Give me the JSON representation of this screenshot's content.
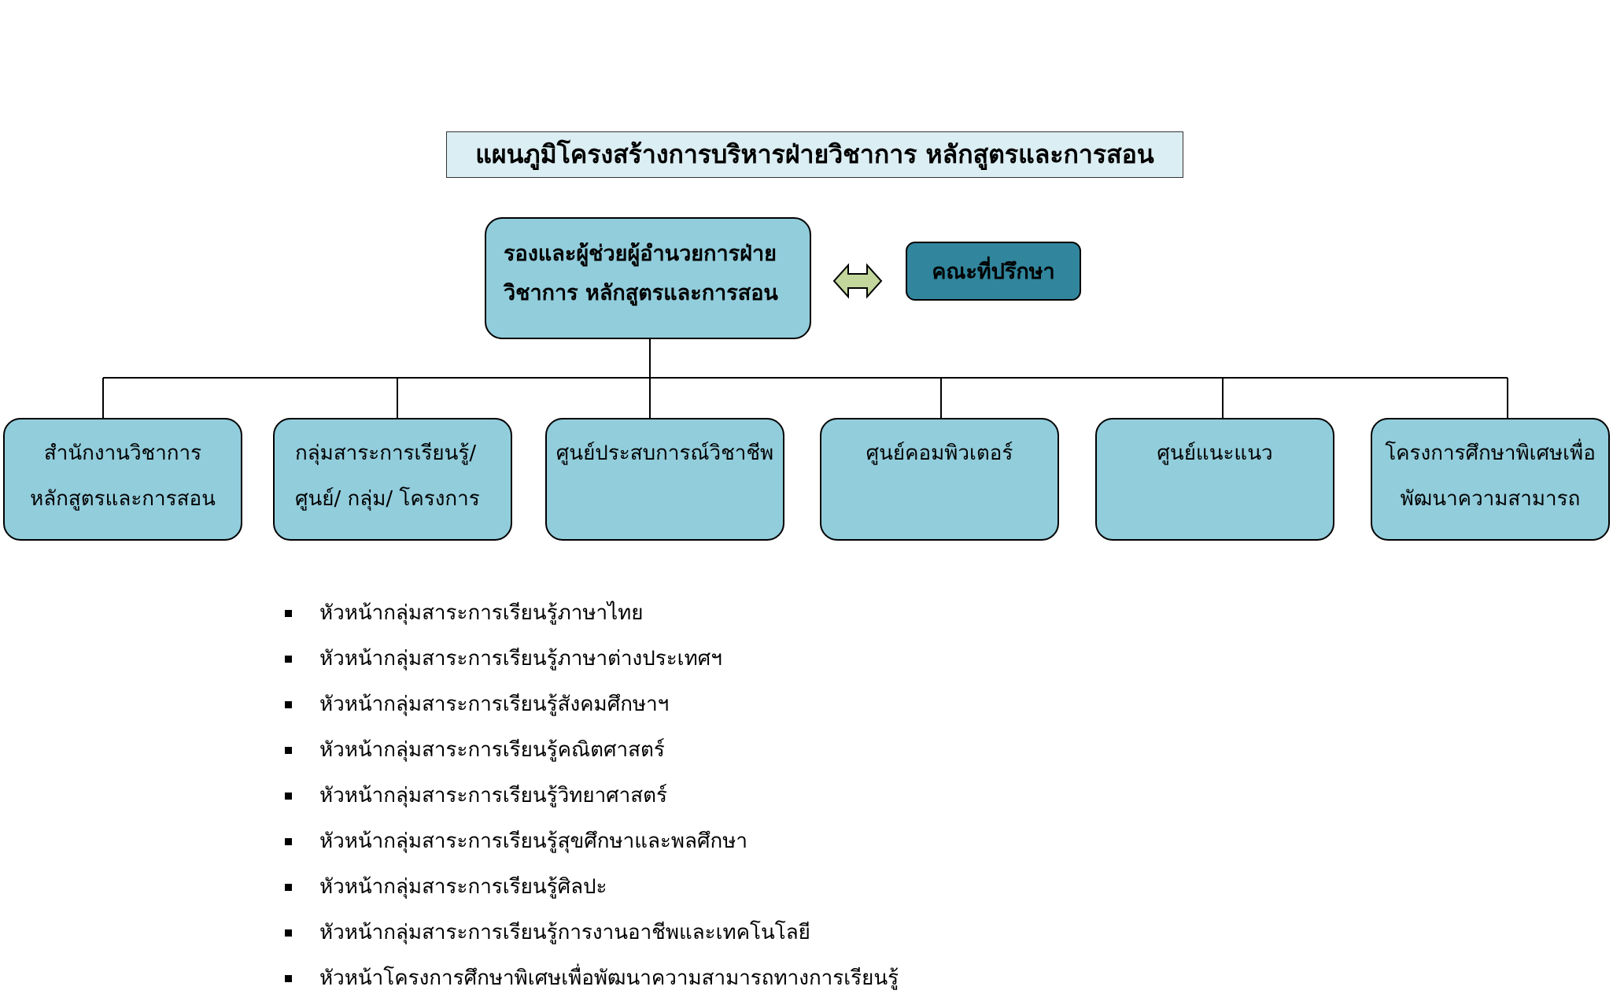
{
  "title": "แผนภูมิโครงสร้างการบริหารฝ่ายวิชาการ หลักสูตรและการสอน",
  "head": {
    "line1": "รองและผู้ช่วยผู้อำนวยการฝ่าย",
    "line2": "วิชาการ หลักสูตรและการสอน"
  },
  "advisor": "คณะที่ปรึกษา",
  "units": [
    {
      "line1": "สำนักงานวิชาการ",
      "line2": "หลักสูตรและการสอน"
    },
    {
      "line1": "กลุ่มสาระการเรียนรู้/",
      "line2": "ศูนย์/ กลุ่ม/ โครงการ"
    },
    {
      "line1": "ศูนย์ประสบการณ์วิชาชีพ",
      "line2": ""
    },
    {
      "line1": "ศูนย์คอมพิวเตอร์",
      "line2": ""
    },
    {
      "line1": "ศูนย์แนะแนว",
      "line2": ""
    },
    {
      "line1": "โครงการศึกษาพิเศษเพื่อ",
      "line2": "พัฒนาความสามารถ"
    }
  ],
  "list": [
    "หัวหน้ากลุ่มสาระการเรียนรู้ภาษาไทย",
    "หัวหน้ากลุ่มสาระการเรียนรู้ภาษาต่างประเทศฯ",
    "หัวหน้ากลุ่มสาระการเรียนรู้สังคมศึกษาฯ",
    "หัวหน้ากลุ่มสาระการเรียนรู้คณิตศาสตร์",
    "หัวหน้ากลุ่มสาระการเรียนรู้วิทยาศาสตร์",
    "หัวหน้ากลุ่มสาระการเรียนรู้สุขศึกษาและพลศึกษา",
    "หัวหน้ากลุ่มสาระการเรียนรู้ศิลปะ",
    "หัวหน้ากลุ่มสาระการเรียนรู้การงานอาชีพและเทคโนโลยี",
    "หัวหน้าโครงการศึกษาพิเศษเพื่อพัฒนาความสามารถทางการเรียนรู้"
  ],
  "colors": {
    "title_bg": "#dbeef3",
    "box_fill": "#92cddc",
    "advisor_fill": "#31859c",
    "arrow_fill": "#c3d69b"
  }
}
